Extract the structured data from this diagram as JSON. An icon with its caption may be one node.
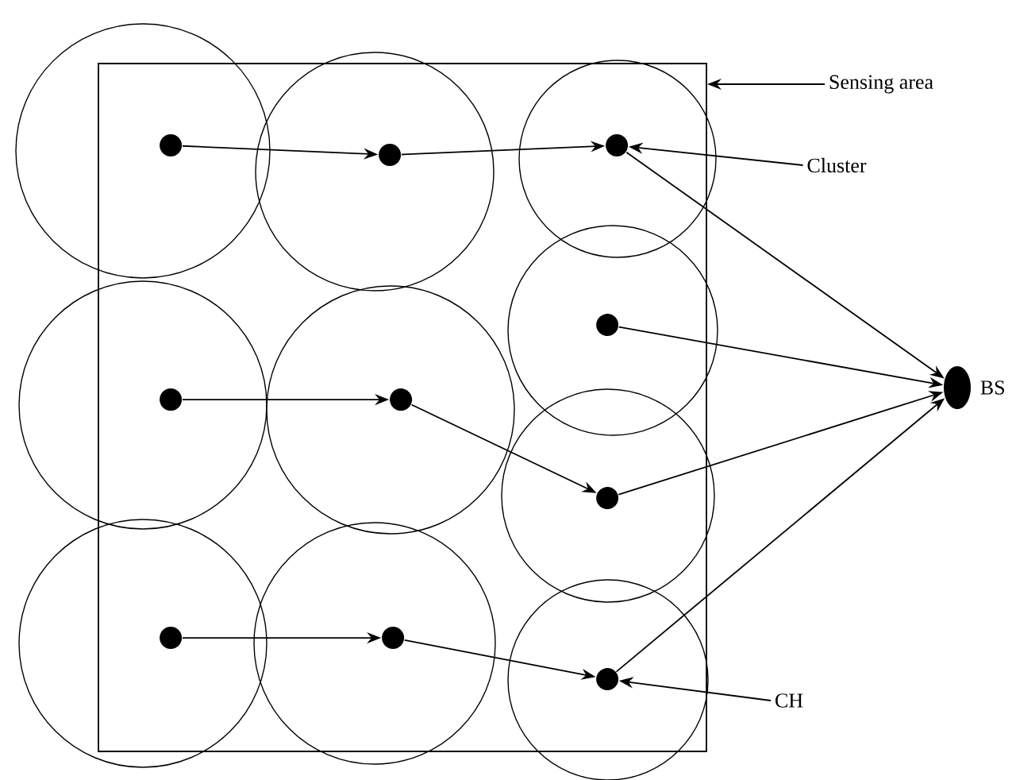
{
  "diagram": {
    "nodes": [
      {
        "text": [],
        "shape": "box"
      },
      {
        "text": [
          "Sensing area"
        ]
      },
      {
        "text": [],
        "shape": "circle",
        "in": 0
      },
      {
        "text": [],
        "shape": "circle",
        "in": 0
      },
      {
        "text": [],
        "shape": "circle",
        "in": 0
      },
      {
        "text": [
          "Cluster"
        ]
      },
      {
        "text": [],
        "shape": "circle",
        "in": 0
      },
      {
        "text": [],
        "shape": "circle",
        "in": 0
      },
      {
        "text": [],
        "shape": "circle",
        "in": 0
      },
      {
        "text": [
          "BS"
        ]
      },
      {
        "text": [],
        "shape": "circle",
        "in": 0
      },
      {
        "text": [],
        "shape": "circle",
        "in": 0
      },
      {
        "text": [],
        "shape": "circle",
        "in": 0
      },
      {
        "text": [],
        "shape": "circle",
        "in": 0
      },
      {
        "text": [
          "CH"
        ]
      }
    ],
    "edges": [
      {
        "from": 1,
        "to": 0,
        "arrow": "to"
      },
      {
        "from": 2,
        "to": 3,
        "arrow": "to"
      },
      {
        "from": 3,
        "to": 4,
        "arrow": "to"
      },
      {
        "from": 5,
        "to": 4,
        "arrow": "to"
      },
      {
        "from": 4,
        "to": 9,
        "arrow": "to"
      },
      {
        "from": 6,
        "to": 7,
        "arrow": "to"
      },
      {
        "from": 8,
        "to": 9,
        "arrow": "to"
      },
      {
        "from": 7,
        "to": 10,
        "arrow": "to"
      },
      {
        "from": 10,
        "to": 9,
        "arrow": "to"
      },
      {
        "from": 11,
        "to": 12,
        "arrow": "to"
      },
      {
        "from": 12,
        "to": 13,
        "arrow": "to"
      },
      {
        "from": 13,
        "to": 9,
        "arrow": "to"
      },
      {
        "from": 14,
        "to": 13,
        "arrow": "to"
      }
    ]
  }
}
